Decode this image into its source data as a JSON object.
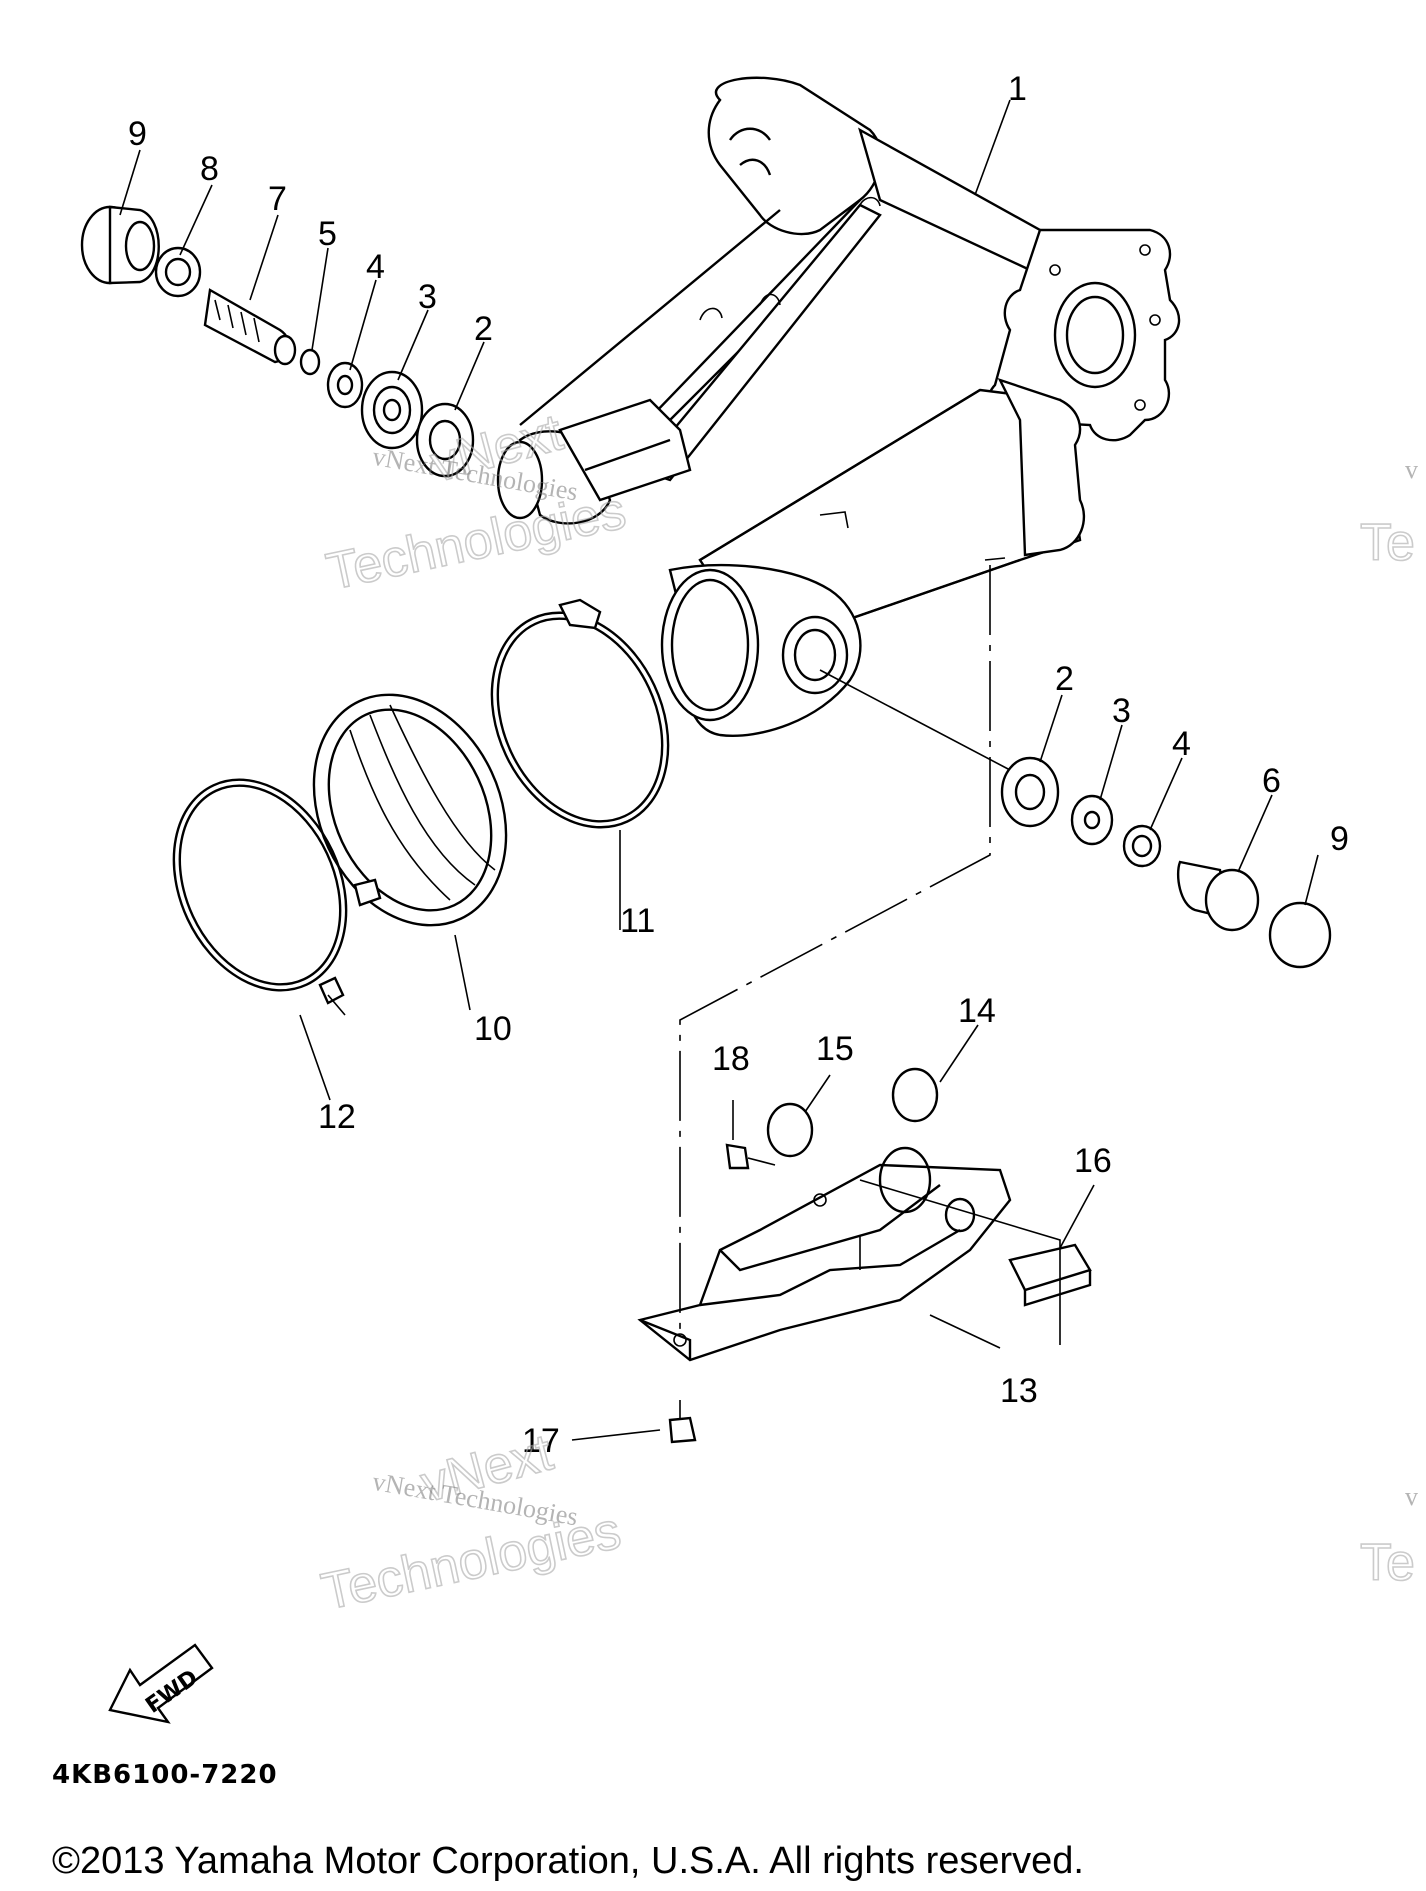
{
  "callouts": {
    "c1": "1",
    "c2a": "2",
    "c3a": "3",
    "c4a": "4",
    "c5": "5",
    "c7": "7",
    "c8": "8",
    "c9a": "9",
    "c2b": "2",
    "c3b": "3",
    "c4b": "4",
    "c6": "6",
    "c9b": "9",
    "c10": "10",
    "c11": "11",
    "c12": "12",
    "c13": "13",
    "c14": "14",
    "c15": "15",
    "c16": "16",
    "c17": "17",
    "c18": "18"
  },
  "fwd_label": "FWD",
  "watermarks": {
    "small": "vNext Technologies",
    "big_top": "vNext",
    "big_bottom": "Technologies",
    "edge_small": "v",
    "edge_big": "Te"
  },
  "part_number": "4KB6100-7220",
  "copyright": "©2013 Yamaha Motor Corporation, U.S.A. All rights reserved."
}
